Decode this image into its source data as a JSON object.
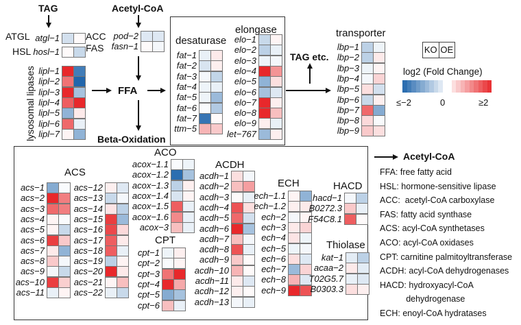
{
  "top": {
    "tag": "TAG",
    "acetyl_coa": "Acetyl-CoA",
    "ffa": "FFA",
    "beta_oxidation": "Beta-Oxidation",
    "tag_etc": "TAG etc.",
    "atgl": "ATGL",
    "hsl": "HSL",
    "acc": "ACC",
    "fas": "FAS",
    "lysosomal_lipases": "lysosomal lipases",
    "desaturase": "desaturase",
    "elongase": "elongase",
    "transporter": "transporter"
  },
  "legend": {
    "ko": "KO",
    "oe": "OE",
    "title": "log2 (Fold Change)",
    "min_label": "≤−2",
    "mid_label": "0",
    "max_label": "≥2",
    "color_low": "#2166ac",
    "color_mid": "#ffffff",
    "color_high": "#e8282b",
    "range": [
      -2,
      2
    ]
  },
  "groups": {
    "ACS": "ACS",
    "ACO": "ACO",
    "CPT": "CPT",
    "ACDH": "ACDH",
    "ECH": "ECH",
    "HACD": "HACD",
    "Thiolase": "Thiolase"
  },
  "heatmaps": {
    "atgl": {
      "genes": [
        "atgl−1"
      ],
      "values": [
        [
          -0.4,
          0.05
        ]
      ]
    },
    "hosl": {
      "genes": [
        "hosl−1"
      ],
      "values": [
        [
          0.05,
          -0.5
        ]
      ]
    },
    "lipl": {
      "genes": [
        "lipl−1",
        "lipl−2",
        "lipl−3",
        "lipl−4",
        "lipl−5",
        "lipl−6",
        "lipl−7"
      ],
      "values": [
        [
          2,
          -1.7
        ],
        [
          1.3,
          -2
        ],
        [
          2,
          -0.8
        ],
        [
          1.5,
          2
        ],
        [
          -1,
          0.2
        ],
        [
          1.4,
          -0.2
        ],
        [
          0.1,
          -1
        ]
      ]
    },
    "accfas": {
      "genes": [
        "pod−2",
        "fasn−1"
      ],
      "values": [
        [
          -0.3,
          -0.3
        ],
        [
          0.05,
          -0.1
        ]
      ]
    },
    "fat": {
      "genes": [
        "fat−1",
        "fat−2",
        "fat−3",
        "fat−4",
        "fat−5",
        "fat−6",
        "fat−7",
        "ttm−5"
      ],
      "values": [
        [
          -0.2,
          0.2
        ],
        [
          -0.35,
          0.15
        ],
        [
          -0.1,
          -0.55
        ],
        [
          -0.15,
          -0.2
        ],
        [
          -0.15,
          -0.9
        ],
        [
          -0.05,
          -0.7
        ],
        [
          -1.8,
          0.05
        ],
        [
          0.7,
          0.5
        ]
      ]
    },
    "elo": {
      "genes": [
        "elo−1",
        "elo−2",
        "elo−3",
        "elo−4",
        "elo−5",
        "elo−6",
        "elo−7",
        "elo−8",
        "elo−9",
        "let−767"
      ],
      "values": [
        [
          -0.5,
          0.1
        ],
        [
          -0.6,
          -0.2
        ],
        [
          -0.15,
          -0.1
        ],
        [
          2,
          1
        ],
        [
          -1,
          0.3
        ],
        [
          -0.8,
          -0.3
        ],
        [
          2,
          0.15
        ],
        [
          2,
          0.6
        ],
        [
          0.15,
          -0.2
        ],
        [
          -0.9,
          0.15
        ]
      ]
    },
    "lbp": {
      "genes": [
        "lbp−1",
        "lbp−2",
        "lbp−3",
        "lbp−4",
        "lbp−5",
        "lbp−6",
        "lbp−7",
        "lbp−8",
        "lbp−9"
      ],
      "values": [
        [
          -0.6,
          -0.15
        ],
        [
          -0.6,
          0.2
        ],
        [
          -0.15,
          0.1
        ],
        [
          -0.1,
          0.4
        ],
        [
          0.3,
          -0.4
        ],
        [
          -0.5,
          0.15
        ],
        [
          1.4,
          -1.1
        ],
        [
          0.35,
          -0.05
        ],
        [
          0.5,
          0.3
        ]
      ]
    },
    "acs_a": {
      "genes": [
        "acs−1",
        "acs−2",
        "acs−3",
        "acs−4",
        "acs−5",
        "acs−6",
        "acs−7",
        "acs−8",
        "acs−9",
        "acs−10",
        "acs−11"
      ],
      "values": [
        [
          -1.1,
          -0.05
        ],
        [
          2,
          1.2
        ],
        [
          1.4,
          1.2
        ],
        [
          0.1,
          -0.05
        ],
        [
          0.1,
          -0.5
        ],
        [
          1.8,
          0.5
        ],
        [
          0.2,
          -1
        ],
        [
          0.5,
          -0.1
        ],
        [
          -0.1,
          -0.5
        ],
        [
          1.8,
          0.45
        ],
        [
          -0.2,
          0.1
        ]
      ]
    },
    "acs_b": {
      "genes": [
        "acs−12",
        "acs−13",
        "acs−14",
        "acs−15",
        "acs−16",
        "acs−17",
        "acs−18",
        "acs−19",
        "acs−20",
        "acs−21",
        "acs−22"
      ],
      "values": [
        [
          0.15,
          -0.3
        ],
        [
          -0.5,
          -0.1
        ],
        [
          0.25,
          -0.6
        ],
        [
          1.8,
          -0.9
        ],
        [
          1.7,
          0.35
        ],
        [
          1.5,
          0.2
        ],
        [
          1.5,
          -0.2
        ],
        [
          -0.6,
          0.1
        ],
        [
          2,
          0.2
        ],
        [
          0.1,
          0.6
        ],
        [
          -0.2,
          -0.5
        ]
      ]
    },
    "acox": {
      "genes": [
        "acox−1.1",
        "acox−1.2",
        "acox−1.3",
        "acox−1.4",
        "acox−1.5",
        "acox−1.6",
        "acox−3"
      ],
      "values": [
        [
          -0.05,
          -0.15
        ],
        [
          -1.9,
          -0.8
        ],
        [
          -0.6,
          0.15
        ],
        [
          -0.35,
          0.1
        ],
        [
          1.5,
          -0.2
        ],
        [
          1.1,
          -0.2
        ],
        [
          0.6,
          -0.2
        ]
      ]
    },
    "cpt": {
      "genes": [
        "cpt−1",
        "cpt−2",
        "cpt−3",
        "cpt−4",
        "cpt−5",
        "cpt−6"
      ],
      "values": [
        [
          -0.15,
          0.15
        ],
        [
          -0.05,
          0.1
        ],
        [
          1.3,
          2
        ],
        [
          2,
          0.8
        ],
        [
          -1.1,
          -0.8
        ],
        [
          0.6,
          -0.2
        ]
      ]
    },
    "acdh": {
      "genes": [
        "acdh−1",
        "acdh−2",
        "acdh−3",
        "acdh−4",
        "acdh−5",
        "acdh−6",
        "acdh−7",
        "acdh−8",
        "acdh−9",
        "acdh−10",
        "acdh−11",
        "acdh−12",
        "acdh−13"
      ],
      "values": [
        [
          0.3,
          -0.1
        ],
        [
          0.6,
          0.9
        ],
        [
          0.05,
          -0.2
        ],
        [
          1.6,
          0.3
        ],
        [
          1.4,
          -0.4
        ],
        [
          2,
          -0.8
        ],
        [
          0.6,
          -0.1
        ],
        [
          1.6,
          -0.2
        ],
        [
          0.5,
          0.05
        ],
        [
          0.7,
          0.05
        ],
        [
          0.2,
          -0.3
        ],
        [
          0.15,
          0.05
        ],
        [
          -0.1,
          -0.2
        ]
      ]
    },
    "ech": {
      "genes": [
        "ech−1.1",
        "ech−1.2",
        "ech−2",
        "ech−3",
        "ech−4",
        "ech−5",
        "ech−6",
        "ech−7",
        "ech−8",
        "ech−9"
      ],
      "values": [
        [
          0.1,
          -1
        ],
        [
          0.15,
          0.2
        ],
        [
          -0.1,
          0.1
        ],
        [
          0.2,
          0.4
        ],
        [
          0.25,
          -0.15
        ],
        [
          -0.15,
          -0.1
        ],
        [
          0.3,
          -0.3
        ],
        [
          -0.9,
          0.4
        ],
        [
          0.7,
          -0.3
        ],
        [
          2,
          1.6
        ]
      ]
    },
    "hacd": {
      "genes": [
        "hacd−1",
        "B0272.3",
        "F54C8.1"
      ],
      "values": [
        [
          -0.1,
          -0.6
        ],
        [
          0.5,
          -0.2
        ],
        [
          1.5,
          0.05
        ]
      ]
    },
    "thiolase": {
      "genes": [
        "kat−1",
        "acaa−2",
        "T02G5.7",
        "B0303.3"
      ],
      "values": [
        [
          -0.25,
          -0.6
        ],
        [
          0.2,
          -0.25
        ],
        [
          -0.2,
          -0.3
        ],
        [
          0.3,
          0.15
        ]
      ]
    }
  },
  "definitions": {
    "header": "Acetyl-CoA",
    "items": [
      "FFA: free fatty acid",
      "HSL: hormone-sensitive lipase",
      "ACC:  acetyl-CoA carboxylase",
      "FAS: fatty acid synthase",
      "ACS: acyl-CoA synthetases",
      "ACO: acyl-CoA oxidases",
      "CPT: carnitine palmitoyltransferase",
      "ACDH: acyl-CoA dehydrogenases",
      "HACD: hydroxyacyl-CoA",
      "           dehydrogenase",
      "ECH: enoyl-CoA hydratases"
    ]
  }
}
